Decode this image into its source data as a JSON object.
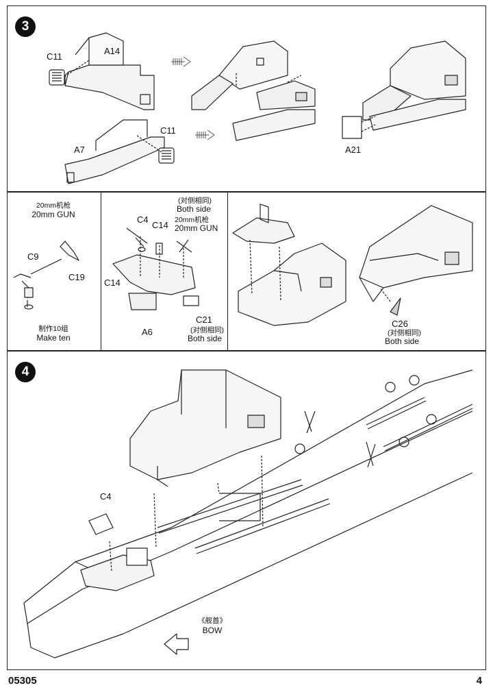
{
  "step3": {
    "number": "3",
    "parts": {
      "c11_top": "C11",
      "a14": "A14",
      "c11_mid": "C11",
      "a7": "A7",
      "a21": "A21"
    }
  },
  "gun_panel": {
    "title_cn": "20mm机枪",
    "title_en": "20mm GUN",
    "c9": "C9",
    "c19": "C19",
    "make_cn": "制作10组",
    "make_en": "Make ten"
  },
  "bridge_panel": {
    "both_side_cn_top": "(对侧相同)",
    "both_side_en_top": "Both side",
    "c4": "C4",
    "c14_top": "C14",
    "gun_cn": "20mm机枪",
    "gun_en": "20mm GUN",
    "c14_left": "C14",
    "a6": "A6",
    "c21": "C21",
    "both_side_cn_bottom": "(对侧相同)",
    "both_side_en_bottom": "Both side"
  },
  "assembly_panel": {
    "c26": "C26",
    "both_side_cn": "(对侧相同)",
    "both_side_en": "Both side"
  },
  "step4": {
    "number": "4",
    "c4": "C4",
    "bow_cn": "《舰首》",
    "bow_en": "BOW"
  },
  "footer": {
    "code": "05305",
    "page": "4"
  }
}
